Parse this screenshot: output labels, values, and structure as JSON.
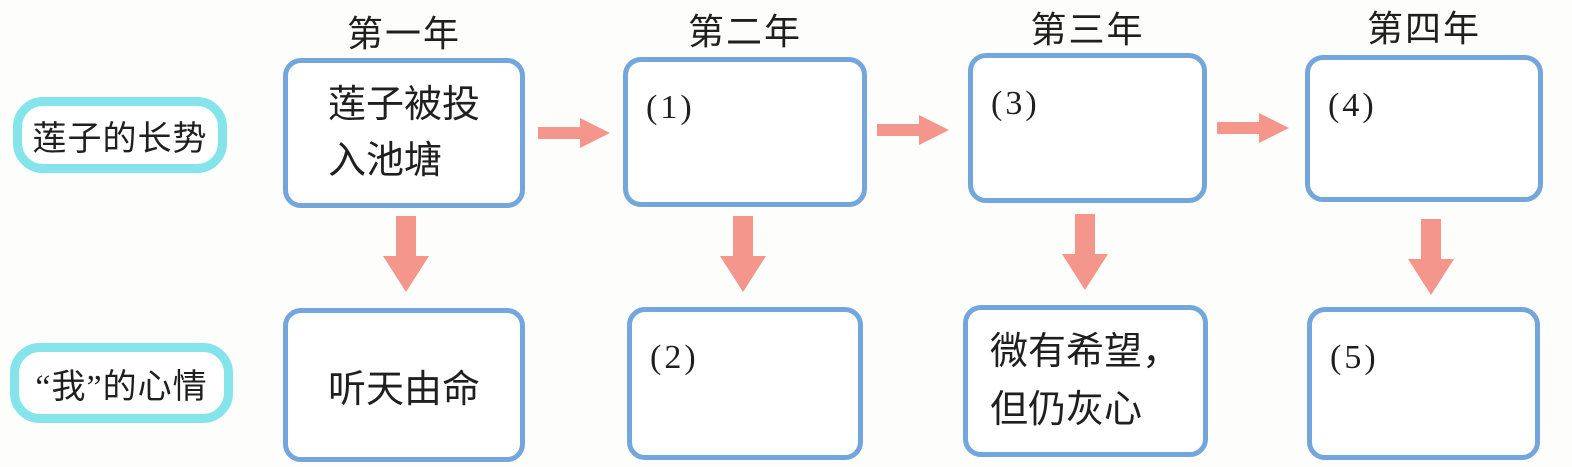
{
  "colors": {
    "box_border": "#74a6de",
    "pill_border": "#85e3eb",
    "arrow": "#f4968c",
    "text": "#1f1f1f",
    "background": "#fdfdfc"
  },
  "row_labels": [
    {
      "label": "莲子的长势"
    },
    {
      "label": "“我”的心情"
    }
  ],
  "column_headers": [
    {
      "label": "第一年"
    },
    {
      "label": "第二年"
    },
    {
      "label": "第三年"
    },
    {
      "label": "第四年"
    }
  ],
  "boxes": {
    "top": [
      {
        "line1": "莲子被投",
        "line2": "入池塘"
      },
      {
        "line1": "(1)"
      },
      {
        "line1": "(3)"
      },
      {
        "line1": "(4)"
      }
    ],
    "bottom": [
      {
        "line1": "听天由命"
      },
      {
        "line1": "(2)"
      },
      {
        "line1": "微有希望，",
        "line2": "但仍灰心"
      },
      {
        "line1": "(5)"
      }
    ]
  }
}
